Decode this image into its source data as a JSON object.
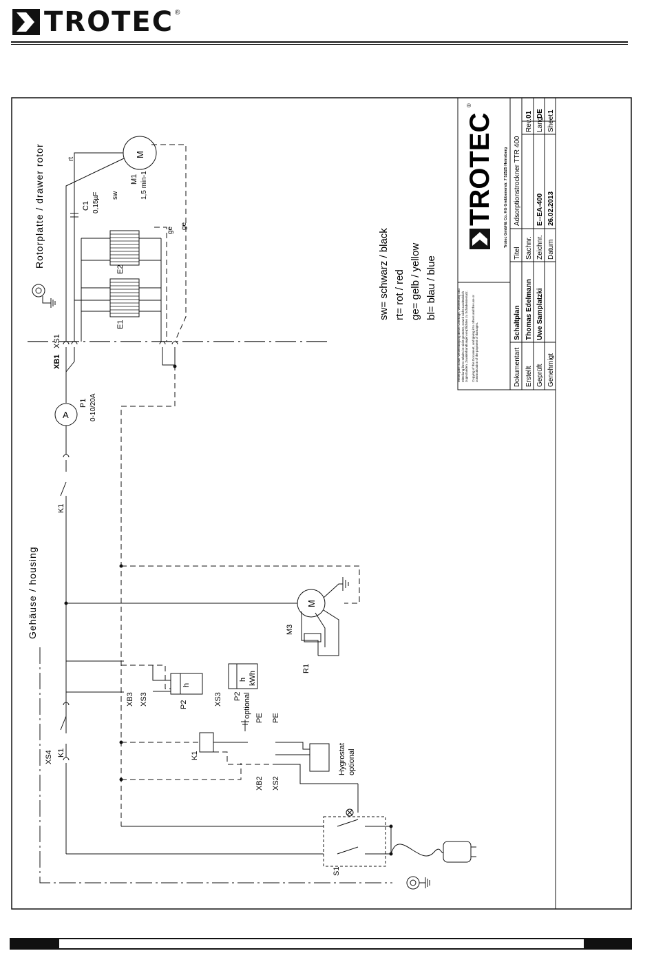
{
  "header": {
    "logo_text": "TROTEC",
    "logo_reg": "®"
  },
  "labels": {
    "rotor": "Rotorplatte / drawer rotor",
    "housing": "Gehäuse / housing",
    "xb1": "XB1",
    "xs1": "XS1",
    "xs4": "XS4",
    "xb3": "XB3",
    "xs3": "XS3",
    "xb2": "XB2",
    "xs2": "XS2",
    "p1": "P1",
    "p1_range": "0-10/20A",
    "ammeter": "A",
    "k1": "K1",
    "c1": "C1",
    "c1_value": "0,15µF",
    "m1": "M1",
    "m1_speed": "1,5 min-1",
    "m1_symbol": "M",
    "m3": "M3",
    "m3_symbol": "M",
    "e1": "E1",
    "e2": "E2",
    "p2": "P2",
    "p2b": "P2",
    "optional": "optional",
    "pe": "PE",
    "r1": "R1",
    "s1": "S1",
    "hygrostat": "Hygrostat",
    "hygrostat_optional": "optional",
    "h": "h",
    "h2": "h",
    "kwh": "kWh",
    "sw": "sw",
    "rt": "rt",
    "ge": "ge",
    "ge2": "ge"
  },
  "legend": {
    "line1": "sw= schwarz / black",
    "line2": "rt= rot / red",
    "line3": "ge= gelb / yellow",
    "line4": "bl= blau / blue"
  },
  "title_block": {
    "logo": "TROTEC",
    "logo_reg": "®",
    "company": "Trotec GmbH& Co. KG Grebbenerstr. 7 52525 Heinsberg",
    "copyright_de": "Weitergabe sowie Vervielfältigung dieser Unterlage, Verwertung und Mitteilung ihres Inhalts ist nicht gestattet, soweit nicht ausdrücklich zugestanden. Zuwiderhandlungen verpflichten zu Schadensersatz.",
    "copyright_en": "Copying of this Document, and giving it to others and the use or communication of the payment of damages.",
    "rows": [
      {
        "label": "Dokumentart",
        "value": "Schaltplan",
        "label2": "Titel",
        "value2": "Adsorptionstrockner TTR 400"
      },
      {
        "label": "Erstellt",
        "value": "Thomas Edelmann",
        "label2": "Sachnr.",
        "value2": "",
        "label3": "Rev.",
        "value3": "01"
      },
      {
        "label": "Geprüft",
        "value": "Uwe Samplatzki",
        "label2": "Zeichnr.",
        "value2": "E--EA-400",
        "label3": "Lang.",
        "value3": "DE"
      },
      {
        "label": "Genehmigt",
        "value": "",
        "label2": "Datum",
        "value2": "26.02.2013",
        "label3": "Sheet",
        "value3": "1"
      }
    ]
  }
}
